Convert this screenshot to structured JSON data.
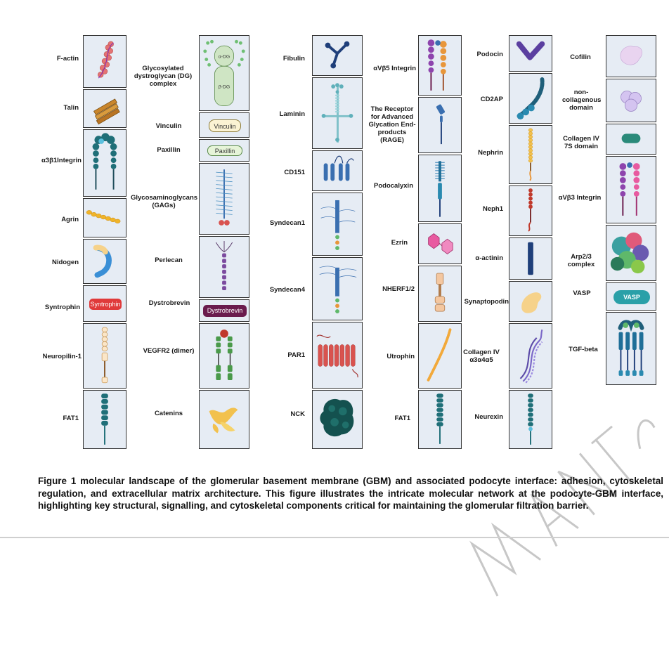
{
  "columns": {
    "c1": [
      {
        "label": "F-actin",
        "icon": "f-actin-icon"
      },
      {
        "label": "Talin",
        "icon": "talin-icon"
      },
      {
        "label": "α3β1Integrin",
        "icon": "a3b1-integrin-icon"
      },
      {
        "label": "Agrin",
        "icon": "agrin-icon"
      },
      {
        "label": "Nidogen",
        "icon": "nidogen-icon"
      },
      {
        "label": "Syntrophin",
        "icon": "syntrophin-icon",
        "pill": "Syntrophin"
      },
      {
        "label": "Neuropilin-1",
        "icon": "neuropilin-icon"
      },
      {
        "label": "FAT1",
        "icon": "fat1-icon"
      }
    ],
    "c2": [
      {
        "label": "Glycosylated dystroglycan (DG) complex",
        "icon": "dystroglycan-icon",
        "sub1": "α-DG",
        "sub2": "β-DG"
      },
      {
        "label": "Vinculin",
        "icon": "vinculin-icon",
        "pill": "Vinculin"
      },
      {
        "label": "Paxillin",
        "icon": "paxillin-icon",
        "pill": "Paxillin"
      },
      {
        "label": "Glycosaminoglycans (GAGs)",
        "icon": "gags-icon"
      },
      {
        "label": "Perlecan",
        "icon": "perlecan-icon"
      },
      {
        "label": "Dystrobrevin",
        "icon": "dystrobrevin-icon",
        "pill": "Dystrobrevin"
      },
      {
        "label": "VEGFR2 (dimer)",
        "icon": "vegfr2-icon"
      },
      {
        "label": "Catenins",
        "icon": "catenins-icon"
      }
    ],
    "c3": [
      {
        "label": "Fibulin",
        "icon": "fibulin-icon"
      },
      {
        "label": "Laminin",
        "icon": "laminin-icon"
      },
      {
        "label": "CD151",
        "icon": "cd151-icon"
      },
      {
        "label": "Syndecan1",
        "icon": "syndecan1-icon"
      },
      {
        "label": "Syndecan4",
        "icon": "syndecan4-icon"
      },
      {
        "label": "PAR1",
        "icon": "par1-icon"
      },
      {
        "label": "NCK",
        "icon": "nck-icon"
      }
    ],
    "c4": [
      {
        "label": "αVβ5 Integrin",
        "icon": "avb5-integrin-icon"
      },
      {
        "label": "The Receptor for Advanced Glycation End-products (RAGE)",
        "icon": "rage-icon"
      },
      {
        "label": "Podocalyxin",
        "icon": "podocalyxin-icon"
      },
      {
        "label": "Ezrin",
        "icon": "ezrin-icon"
      },
      {
        "label": "NHERF1/2",
        "icon": "nherf-icon"
      },
      {
        "label": "Utrophin",
        "icon": "utrophin-icon"
      },
      {
        "label": "FAT1",
        "icon": "fat1-icon"
      }
    ],
    "c5": [
      {
        "label": "Podocin",
        "icon": "podocin-icon"
      },
      {
        "label": "CD2AP",
        "icon": "cd2ap-icon"
      },
      {
        "label": "Nephrin",
        "icon": "nephrin-icon"
      },
      {
        "label": "Neph1",
        "icon": "neph1-icon"
      },
      {
        "label": "α-actinin",
        "icon": "a-actinin-icon"
      },
      {
        "label": "Synaptopodin",
        "icon": "synaptopodin-icon"
      },
      {
        "label": "Collagen IV α3α4α5",
        "icon": "collagen-iv-icon"
      },
      {
        "label": "Neurexin",
        "icon": "neurexin-icon"
      }
    ],
    "c6": [
      {
        "label": "Cofilin",
        "icon": "cofilin-icon"
      },
      {
        "label": "non-collagenous domain",
        "icon": "nc-domain-icon"
      },
      {
        "label": "Collagen IV 7S domain",
        "icon": "7s-domain-icon"
      },
      {
        "label": "αVβ3 Integrin",
        "icon": "avb3-integrin-icon"
      },
      {
        "label": "Arp2/3 complex",
        "icon": "arp23-icon"
      },
      {
        "label": "VASP",
        "icon": "vasp-icon",
        "pill": "VASP"
      },
      {
        "label": "TGF-beta",
        "icon": "tgf-beta-icon"
      }
    ]
  },
  "caption": "Figure 1 molecular landscape of the glomerular basement membrane (GBM) and associated podocyte interface: adhesion, cytoskeletal regulation, and extracellular matrix architecture. This figure illustrates the intricate molecular network at the podocyte-GBM interface, highlighting key structural, signalling, and cytoskeletal components critical for maintaining the glomerular filtration barrier.",
  "colors": {
    "box_bg": "#e6ecf4",
    "teal": "#1f6f78",
    "red": "#d9534f",
    "purple": "#6a1b4d",
    "orange": "#e8963a",
    "yellow": "#f2c14e",
    "blue": "#3a6fb0"
  }
}
